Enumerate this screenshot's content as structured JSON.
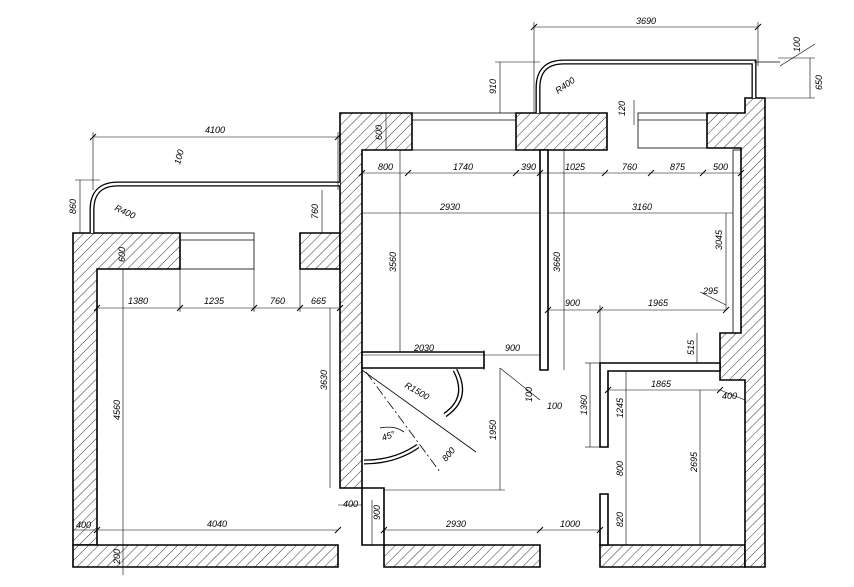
{
  "plan": {
    "dimensions": [
      {
        "id": "d3690",
        "text": "3690"
      },
      {
        "id": "d100-top",
        "text": "100"
      },
      {
        "id": "d650",
        "text": "650"
      },
      {
        "id": "d910",
        "text": "910"
      },
      {
        "id": "dR400-top",
        "text": "R400"
      },
      {
        "id": "d120",
        "text": "120"
      },
      {
        "id": "d4100",
        "text": "4100"
      },
      {
        "id": "d100-pipe",
        "text": "100"
      },
      {
        "id": "d600-top",
        "text": "600"
      },
      {
        "id": "d860",
        "text": "860"
      },
      {
        "id": "dR400-left",
        "text": "R400"
      },
      {
        "id": "d760-side",
        "text": "760"
      },
      {
        "id": "d600-left",
        "text": "600"
      },
      {
        "id": "d800-top",
        "text": "800"
      },
      {
        "id": "d1740",
        "text": "1740"
      },
      {
        "id": "d390",
        "text": "390"
      },
      {
        "id": "d1025",
        "text": "1025"
      },
      {
        "id": "d760-top",
        "text": "760"
      },
      {
        "id": "d875",
        "text": "875"
      },
      {
        "id": "d500",
        "text": "500"
      },
      {
        "id": "d2930-top",
        "text": "2930"
      },
      {
        "id": "d3160",
        "text": "3160"
      },
      {
        "id": "d3560",
        "text": "3560"
      },
      {
        "id": "d3660",
        "text": "3660"
      },
      {
        "id": "d3045",
        "text": "3045"
      },
      {
        "id": "d1380",
        "text": "1380"
      },
      {
        "id": "d1235",
        "text": "1235"
      },
      {
        "id": "d760-mid",
        "text": "760"
      },
      {
        "id": "d665",
        "text": "665"
      },
      {
        "id": "d900-mid",
        "text": "900"
      },
      {
        "id": "d1965",
        "text": "1965"
      },
      {
        "id": "d295",
        "text": "295"
      },
      {
        "id": "d515",
        "text": "515"
      },
      {
        "id": "d2030",
        "text": "2030"
      },
      {
        "id": "d900-door",
        "text": "900"
      },
      {
        "id": "d3630",
        "text": "3630"
      },
      {
        "id": "dR1500",
        "text": "R1500"
      },
      {
        "id": "d100-a",
        "text": "100"
      },
      {
        "id": "d100-b",
        "text": "100"
      },
      {
        "id": "d1360",
        "text": "1360"
      },
      {
        "id": "d1865",
        "text": "1865"
      },
      {
        "id": "d400-r",
        "text": "400"
      },
      {
        "id": "d1245",
        "text": "1245"
      },
      {
        "id": "d4560",
        "text": "4560"
      },
      {
        "id": "d45",
        "text": "45°"
      },
      {
        "id": "d1950",
        "text": "1950"
      },
      {
        "id": "d800-diag",
        "text": "800"
      },
      {
        "id": "d2695",
        "text": "2695"
      },
      {
        "id": "d800-r",
        "text": "800"
      },
      {
        "id": "d400-bottom",
        "text": "400"
      },
      {
        "id": "d900-bottom",
        "text": "900"
      },
      {
        "id": "d400-left",
        "text": "400"
      },
      {
        "id": "d4040",
        "text": "4040"
      },
      {
        "id": "d2930-bottom",
        "text": "2930"
      },
      {
        "id": "d1000",
        "text": "1000"
      },
      {
        "id": "d820",
        "text": "820"
      },
      {
        "id": "d200",
        "text": "200"
      }
    ]
  }
}
